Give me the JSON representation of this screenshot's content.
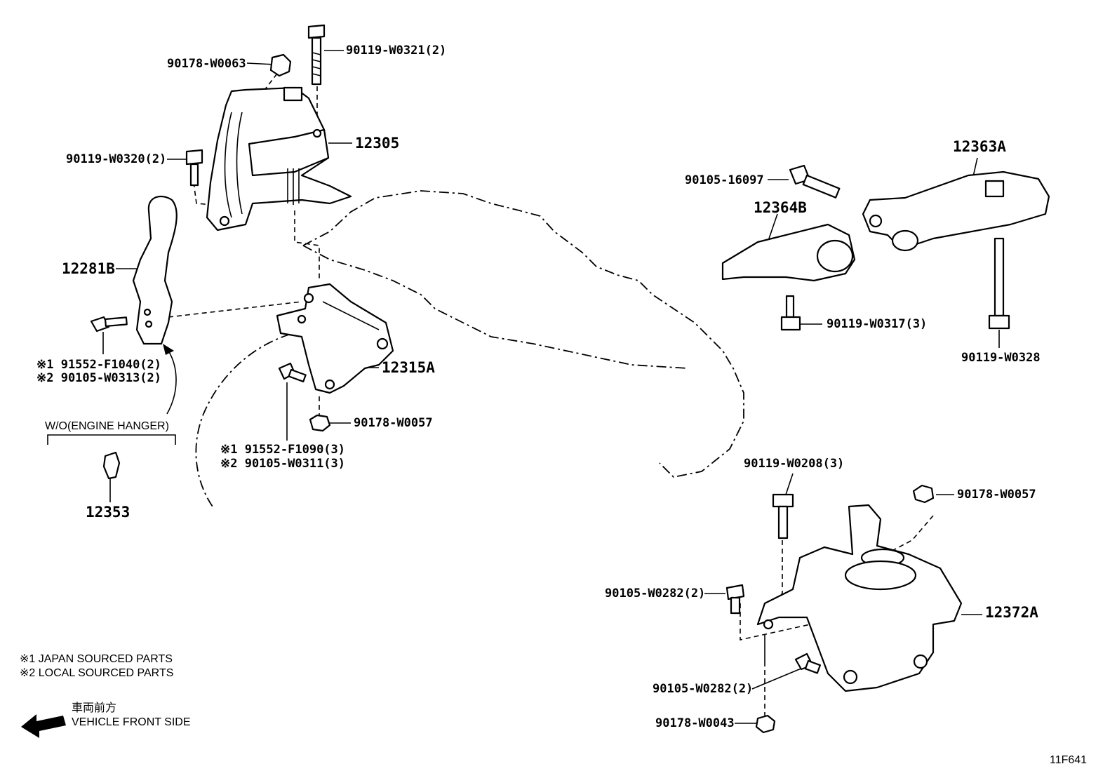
{
  "labels": {
    "p90178_w0063": "90178-W0063",
    "p90119_w0321": "90119-W0321(2)",
    "p12305": "12305",
    "p90119_w0320": "90119-W0320(2)",
    "p12281b": "12281B",
    "p91552_f1040": "※1 91552-F1040(2)",
    "p90105_w0313": "※2 90105-W0313(2)",
    "p12315a": "12315A",
    "p90178_w0057_a": "90178-W0057",
    "p91552_f1090": "※1 91552-F1090(3)",
    "p90105_w0311": "※2 90105-W0311(3)",
    "wo_engine_hanger": "W/O(ENGINE HANGER)",
    "p12353": "12353",
    "p90105_16097": "90105-16097",
    "p12363a": "12363A",
    "p12364b": "12364B",
    "p90119_w0317": "90119-W0317(3)",
    "p90119_w0328": "90119-W0328",
    "p90119_w0208": "90119-W0208(3)",
    "p90178_w0057_b": "90178-W0057",
    "p90105_w0282_a": "90105-W0282(2)",
    "p12372a": "12372A",
    "p90105_w0282_b": "90105-W0282(2)",
    "p90178_w0043": "90178-W0043"
  },
  "legend": {
    "note1": "※1  JAPAN SOURCED PARTS",
    "note2": "※2  LOCAL SOURCED PARTS",
    "front_jp": "車両前方",
    "front_en": "VEHICLE FRONT SIDE"
  },
  "diagram_code": "11F641"
}
